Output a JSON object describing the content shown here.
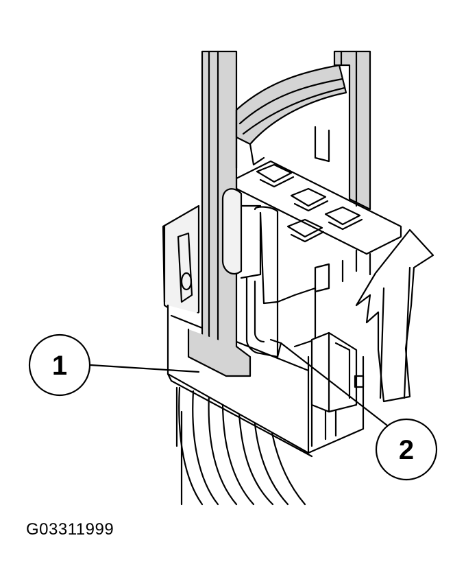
{
  "figure": {
    "id": "G03311999",
    "callouts": [
      {
        "number": "1"
      },
      {
        "number": "2"
      }
    ]
  },
  "colors": {
    "line": "#000000",
    "background": "#ffffff",
    "grey_fill": "#d4d4d4",
    "light_fill": "#f2f2f2"
  }
}
